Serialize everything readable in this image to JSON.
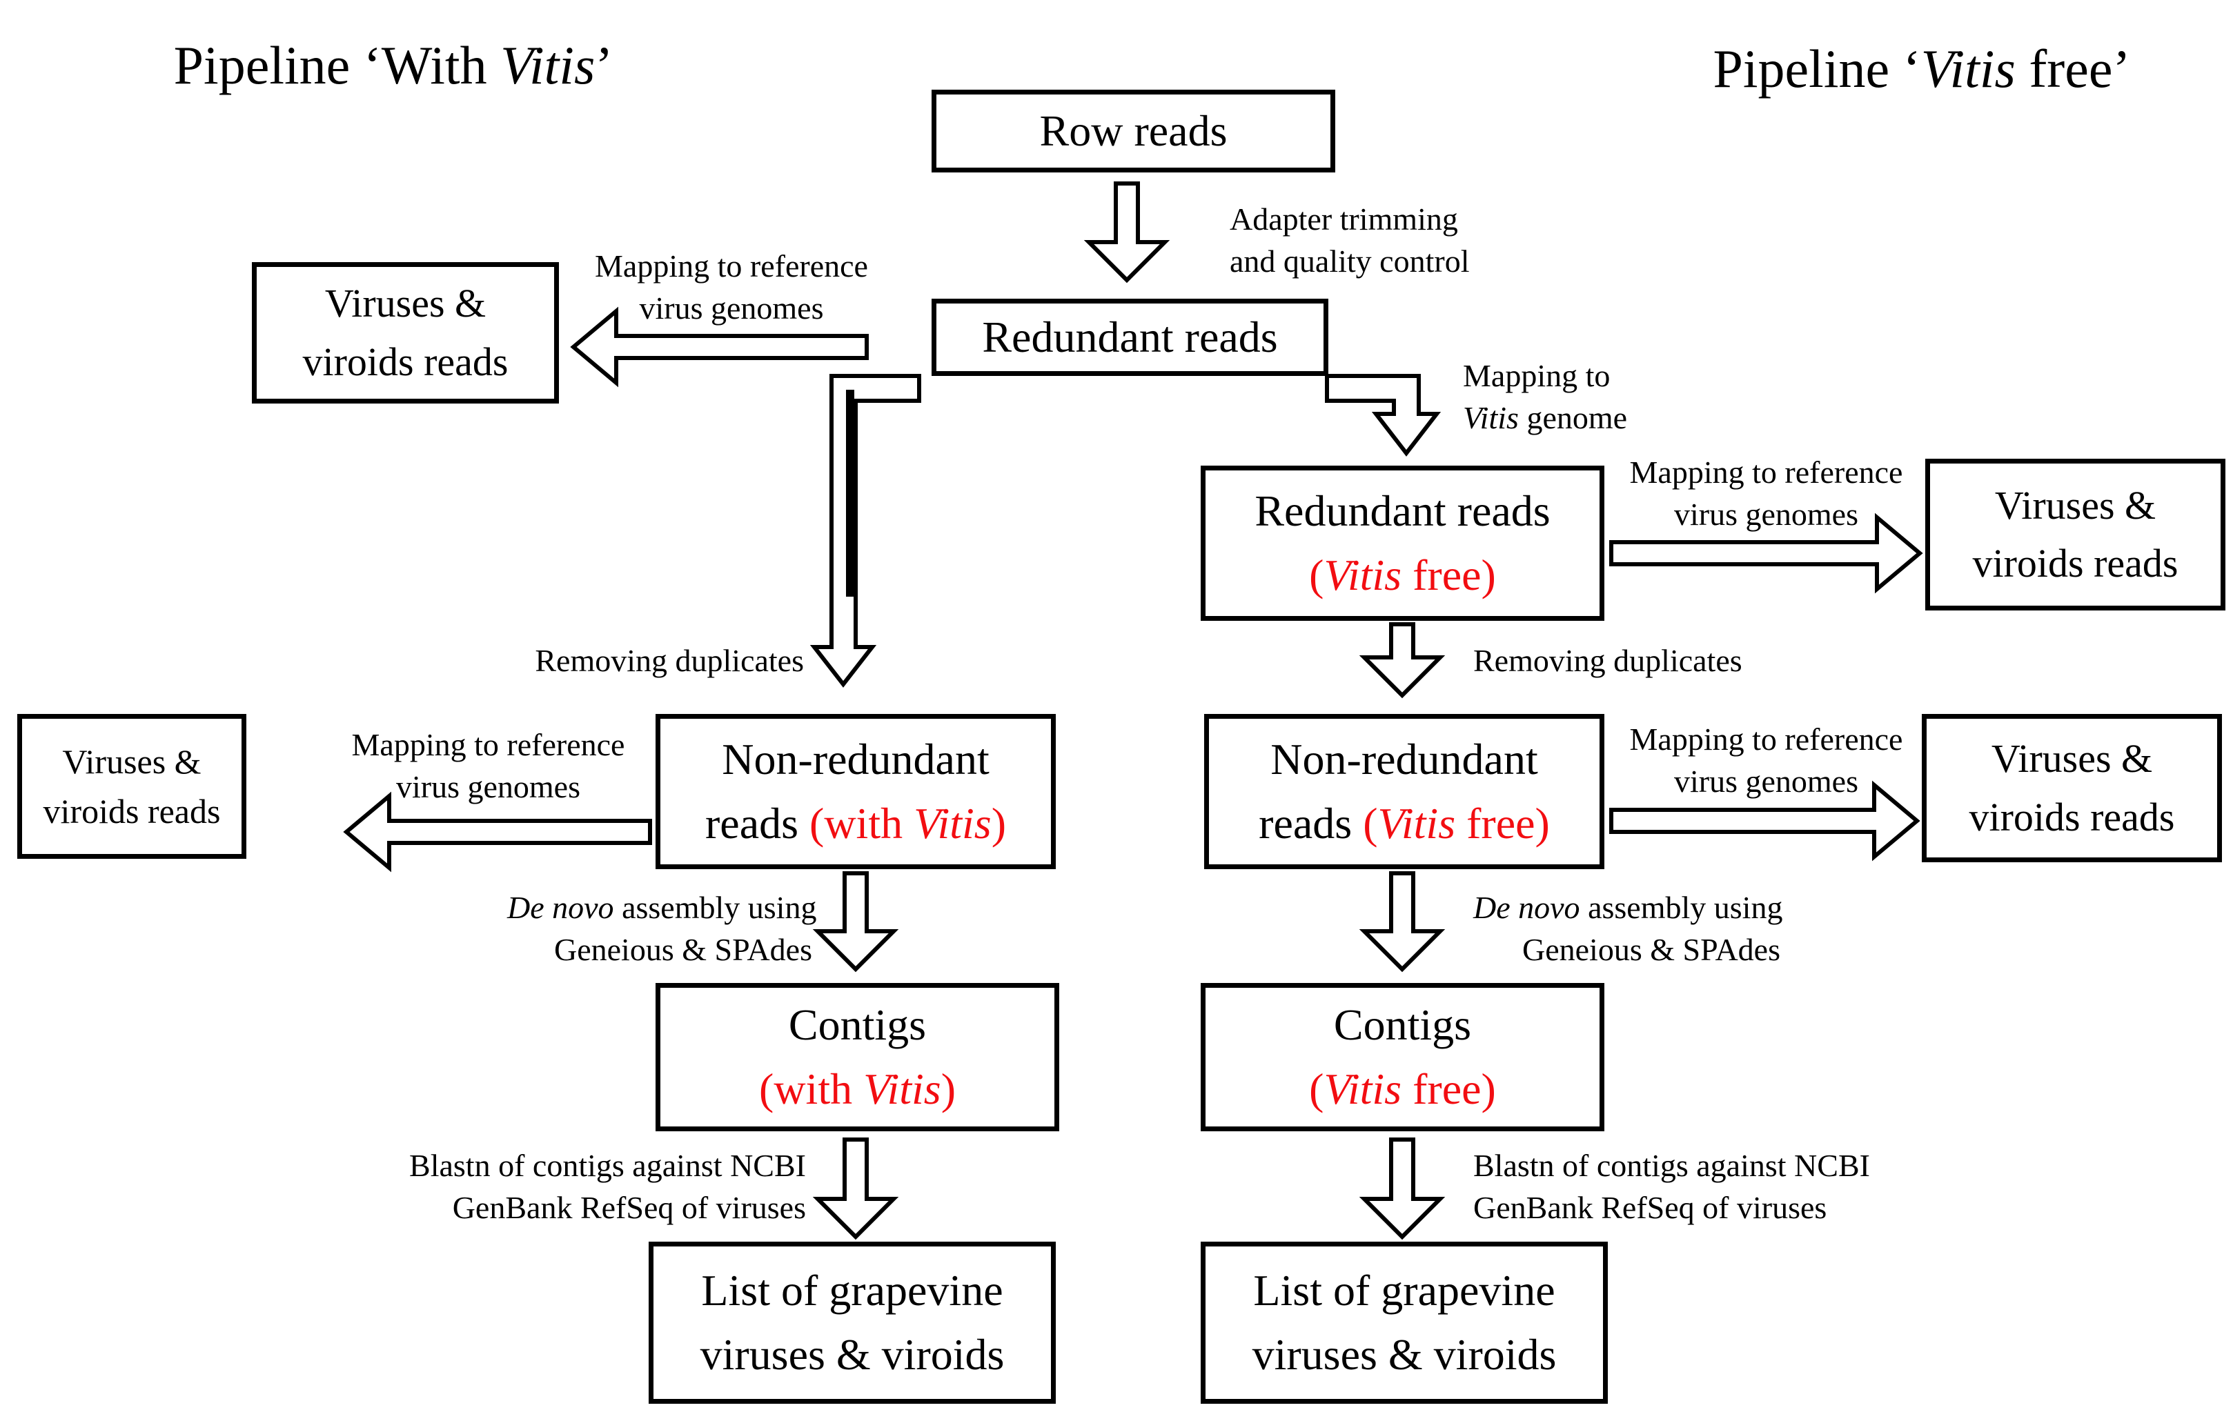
{
  "colors": {
    "highlight_red": "#F20D11",
    "ink": "#000000",
    "background": "#FFFFFF"
  },
  "titles": {
    "left": {
      "pre": "Pipeline ‘With ",
      "italic": "Vitis",
      "post": "’"
    },
    "right": {
      "pre": "Pipeline ‘",
      "italic": "Vitis",
      "post": " free’"
    }
  },
  "boxes": {
    "row_reads": {
      "line1": "Row reads"
    },
    "redundant_reads": {
      "line1": "Redundant reads"
    },
    "viruses_viroids": {
      "line1": "Viruses &",
      "line2": "viroids reads"
    },
    "redundant_vitis_free": {
      "line1": "Redundant reads",
      "paren_open": "(",
      "paren_italic": "Vitis",
      "paren_rest": " free)"
    },
    "non_redundant_with_vitis": {
      "line1": "Non-redundant",
      "line2_black": "reads ",
      "paren_open": "(with ",
      "paren_italic": "Vitis",
      "paren_close": ")"
    },
    "non_redundant_vitis_free": {
      "line1": "Non-redundant",
      "line2_black": "reads ",
      "paren_open": "(",
      "paren_italic": "Vitis",
      "paren_rest": " free)"
    },
    "contigs_with_vitis": {
      "line1": "Contigs",
      "paren_open": "(with ",
      "paren_italic": "Vitis",
      "paren_close": ")"
    },
    "contigs_vitis_free": {
      "line1": "Contigs",
      "paren_open": "(",
      "paren_italic": "Vitis",
      "paren_rest": " free)"
    },
    "list_grapevine": {
      "line1": "List of grapevine",
      "line2": "viruses & viroids"
    }
  },
  "labels": {
    "adapter": {
      "line1": "Adapter trimming",
      "line2": "and quality control"
    },
    "mapping_reference": {
      "line1": "Mapping to reference",
      "line2": "virus genomes"
    },
    "mapping_vitis": {
      "line1": "Mapping to",
      "line2_italic": "Vitis",
      "line2_rest": " genome"
    },
    "removing_duplicates": {
      "line1": "Removing duplicates"
    },
    "de_novo": {
      "line1_italic": "De novo",
      "line1_rest": " assembly using",
      "line2": "Geneious & SPAdes"
    },
    "blastn": {
      "line1": "Blastn of contigs against NCBI",
      "line2": "GenBank RefSeq of viruses"
    }
  }
}
